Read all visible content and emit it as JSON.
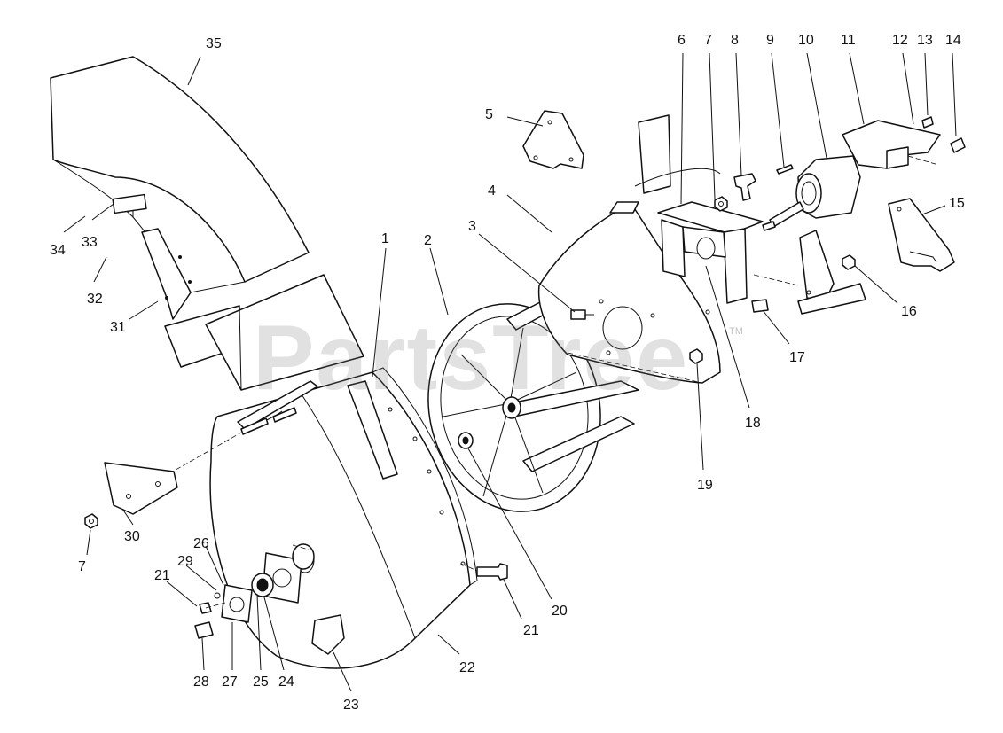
{
  "watermark": {
    "text": "PartsTree",
    "trademark": "TM"
  },
  "callouts": [
    {
      "id": "p35",
      "label": "35"
    },
    {
      "id": "p33",
      "label": "33"
    },
    {
      "id": "p34",
      "label": "34"
    },
    {
      "id": "p32",
      "label": "32"
    },
    {
      "id": "p31",
      "label": "31"
    },
    {
      "id": "p1",
      "label": "1"
    },
    {
      "id": "p2",
      "label": "2"
    },
    {
      "id": "p3",
      "label": "3"
    },
    {
      "id": "p4",
      "label": "4"
    },
    {
      "id": "p5",
      "label": "5"
    },
    {
      "id": "p6",
      "label": "6"
    },
    {
      "id": "p7a",
      "label": "7"
    },
    {
      "id": "p8",
      "label": "8"
    },
    {
      "id": "p9",
      "label": "9"
    },
    {
      "id": "p10",
      "label": "10"
    },
    {
      "id": "p11",
      "label": "11"
    },
    {
      "id": "p12",
      "label": "12"
    },
    {
      "id": "p13",
      "label": "13"
    },
    {
      "id": "p14",
      "label": "14"
    },
    {
      "id": "p15",
      "label": "15"
    },
    {
      "id": "p16",
      "label": "16"
    },
    {
      "id": "p17",
      "label": "17"
    },
    {
      "id": "p18",
      "label": "18"
    },
    {
      "id": "p19",
      "label": "19"
    },
    {
      "id": "p20",
      "label": "20"
    },
    {
      "id": "p21a",
      "label": "21"
    },
    {
      "id": "p21b",
      "label": "21"
    },
    {
      "id": "p22",
      "label": "22"
    },
    {
      "id": "p23",
      "label": "23"
    },
    {
      "id": "p24",
      "label": "24"
    },
    {
      "id": "p25",
      "label": "25"
    },
    {
      "id": "p26",
      "label": "26"
    },
    {
      "id": "p27",
      "label": "27"
    },
    {
      "id": "p28",
      "label": "28"
    },
    {
      "id": "p29",
      "label": "29"
    },
    {
      "id": "p30",
      "label": "30"
    },
    {
      "id": "p7b",
      "label": "7"
    }
  ]
}
